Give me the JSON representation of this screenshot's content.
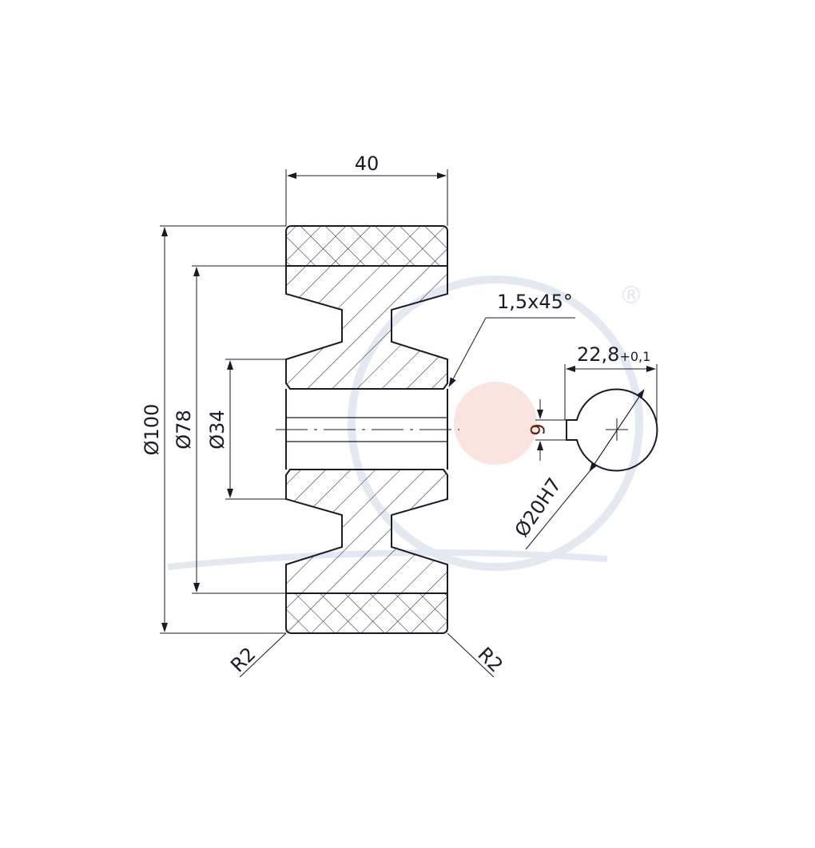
{
  "dimensions": {
    "width": "40",
    "d100": "Ø100",
    "d78": "Ø78",
    "d34": "Ø34",
    "chamfer": "1,5x45°",
    "keyway_depth": "22,8",
    "keyway_tolerance": "+0,1",
    "key_width": "6",
    "bore": "Ø20H7",
    "radius_left": "R2",
    "radius_right": "R2"
  },
  "watermark": {
    "registered_mark": "®"
  },
  "colors": {
    "ink": "#1a1a2a",
    "key_width_text": "#6b1a10",
    "watermark": "#e4e8f0",
    "watermark_dot": "#fbe3df"
  }
}
